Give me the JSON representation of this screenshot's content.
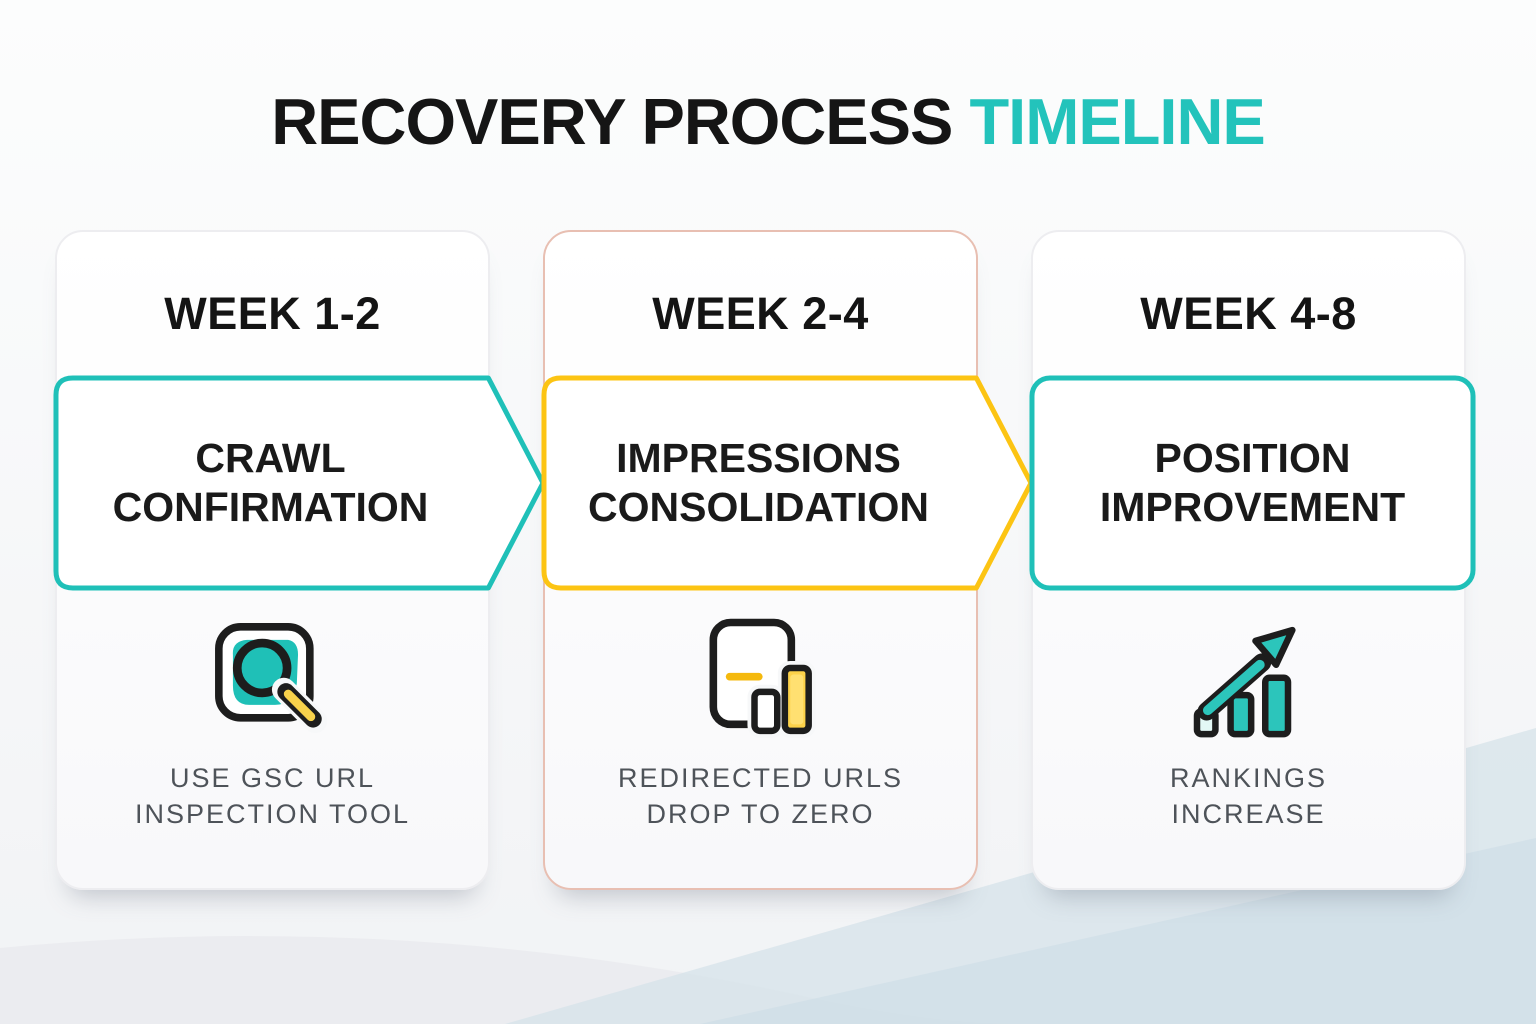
{
  "title": {
    "black": "RECOVERY PROCESS",
    "accent": "TIMELINE"
  },
  "colors": {
    "teal": "#23c3bb",
    "yellow": "#fcc413",
    "heading_black": "#151515",
    "caption_gray": "#4e5359",
    "card_border": "#ededf0",
    "card2_border": "#e8bfb2",
    "bg_blue_wedge": "#d5e3ea",
    "bg_gray_hill": "#e8e9ee"
  },
  "steps": [
    {
      "week": "WEEK 1-2",
      "banner_line1": "CRAWL",
      "banner_line2": "CONFIRMATION",
      "banner_color": "teal",
      "icon": "url-inspection-magnifier-icon",
      "caption_line1": "USE GSC URL",
      "caption_line2": "INSPECTION TOOL"
    },
    {
      "week": "WEEK 2-4",
      "banner_line1": "IMPRESSIONS",
      "banner_line2": "CONSOLIDATION",
      "banner_color": "yellow",
      "icon": "document-bar-chart-icon",
      "caption_line1": "REDIRECTED URLS",
      "caption_line2": "DROP TO ZERO"
    },
    {
      "week": "WEEK 4-8",
      "banner_line1": "POSITION",
      "banner_line2": "IMPROVEMENT",
      "banner_color": "teal",
      "icon": "rising-bar-chart-arrow-icon",
      "caption_line1": "RANKINGS",
      "caption_line2": "INCREASE"
    }
  ]
}
